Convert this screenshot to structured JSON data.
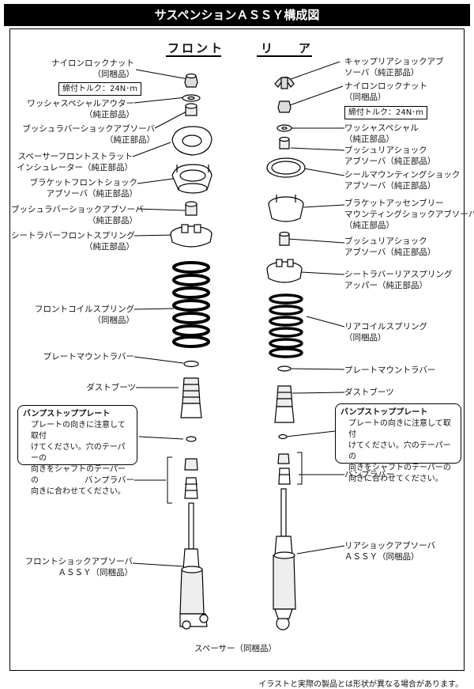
{
  "title": "サスペンションＡＳＳＹ構成図",
  "headers": {
    "front": "フロント",
    "rear_r": "リ",
    "rear_a": "ア"
  },
  "front_labels": {
    "nylon_nut": "ナイロンロックナット",
    "nylon_nut_sub": "（同梱品）",
    "torque": "締付トルク：24N･m",
    "washer_outer": "ワッシャスペシャルアウター",
    "washer_outer_sub": "（純正部品）",
    "bush_rubber_1": "ブッシュラバーショックアブソーバ",
    "bush_rubber_1_sub": "（純正部品）",
    "spacer_insulator": "スペーサーフロントストラット",
    "spacer_insulator_2": "インシュレーター（純正部品）",
    "bracket": "ブラケットフロントショック",
    "bracket_2": "アブソーバ（純正部品）",
    "bush_rubber_2": "ブッシュラバーショックアブソーバ",
    "bush_rubber_2_sub": "（純正部品）",
    "seat_rubber": "シートラバーフロントスプリング",
    "seat_rubber_sub": "（純正部品）",
    "coil": "フロントコイルスプリング",
    "coil_sub": "（同梱品）",
    "plate_mount": "プレートマウントラバー",
    "dust_boot": "ダストブーツ",
    "bump_rubber": "バンプラバー",
    "shock": "フロントショックアブソーバ",
    "shock_2": "ＡＳＳＹ（同梱品）",
    "spacer": "スペーサー（同梱品）"
  },
  "rear_labels": {
    "cap": "キャップリアショックアブ",
    "cap_2": "ソーバ（純正部品）",
    "nylon_nut": "ナイロンロックナット",
    "nylon_nut_sub": "（同梱品）",
    "torque": "締付トルク：24N･m",
    "washer": "ワッシャスペシャル",
    "washer_sub": "（純正部品）",
    "bush_1": "ブッシュリアショック",
    "bush_1_2": "アブソーバ（純正部品）",
    "seal_mount": "シールマウンティングショック",
    "seal_mount_2": "アブソーバ（純正部品）",
    "bracket": "ブラケットアッセンブリー",
    "bracket_2": "マウンティングショックアブソーバ",
    "bracket_3": "（純正部品）",
    "bush_2": "ブッシュリアショック",
    "bush_2_2": "アブソーバ（純正部品）",
    "seat_rubber": "シートラバーリアスプリング",
    "seat_rubber_2": "アッパー（純正部品）",
    "coil": "リアコイルスプリング",
    "coil_sub": "（同梱品）",
    "plate_mount": "プレートマウントラバー",
    "dust_boot": "ダストブーツ",
    "bump_rubber": "バンプラバー",
    "shock": "リアショックアブソーバ",
    "shock_2": "ＡＳＳＹ（同梱品）"
  },
  "note_front": {
    "title": "バンプストッププレート",
    "body": "プレートの向きに注意して取付\nけてください。穴のテーパーの\n向きをシャフトのテーパーの\n向きに合わせてください。"
  },
  "note_rear": {
    "title": "バンプストッププレート",
    "body": "プレートの向きに注意して取付\nけてください。穴のテーパーの\n向きをシャフトのテーパーの\n向きに合わせてください。"
  },
  "footer": "イラストと実際の製品とは形状が異なる場合があります。"
}
